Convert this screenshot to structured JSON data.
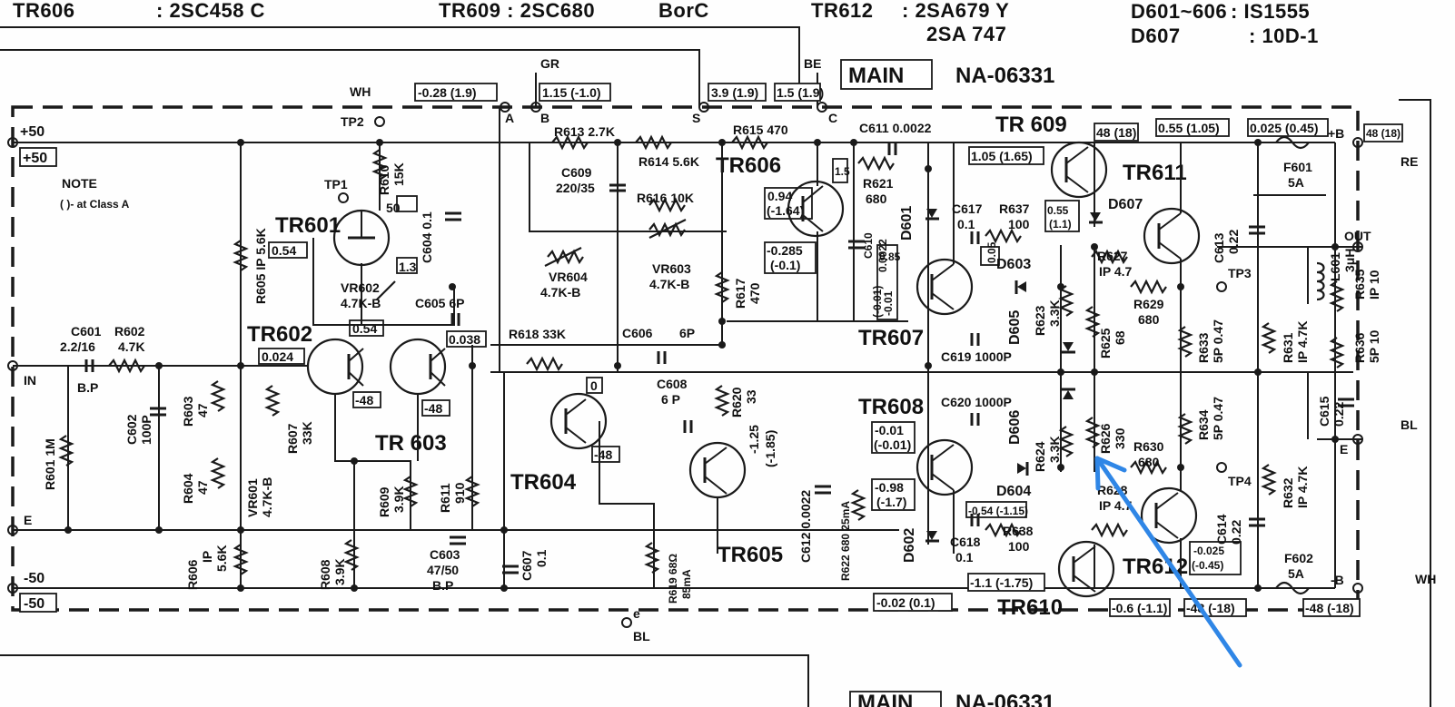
{
  "header": {
    "tr606": "TR606",
    "tr606_part": ": 2SC458 C",
    "tr609": "TR609 : 2SC680",
    "tr609_grade": "BorC",
    "tr612": "TR612",
    "tr612_part1": ": 2SA679 Y",
    "tr612_part2": "2SA 747",
    "d601_606": "D601~606",
    "d601_606_part": ": IS1555",
    "d607": "D607",
    "d607_part": ": 10D-1"
  },
  "board": {
    "main_label": "MAIN",
    "board_id": "NA-06331",
    "main_label_bottom": "MAIN",
    "board_id_bottom": "NA-06331"
  },
  "note": {
    "title": "NOTE",
    "text": "(    )- at Class A"
  },
  "terminals": {
    "plus50": "+50",
    "plus50_box": "+50",
    "in": "IN",
    "e": "E",
    "minus50": "-50",
    "minus50_box": "-50",
    "wh_top": "WH",
    "gr": "GR",
    "be": "BE",
    "bl_bottom": "BL",
    "e_bottom": "e",
    "a": "A",
    "b": "B",
    "s": "S",
    "c": "C",
    "plus_b": "+B",
    "re": "RE",
    "out": "OUT",
    "e_right": "E",
    "bl_right": "BL",
    "minus_b": "-B",
    "wh_right": "WH",
    "tp1": "TP1",
    "tp2": "TP2",
    "tp3": "TP3",
    "tp4": "TP4"
  },
  "voltages": {
    "wh": "-0.28 (1.9)",
    "gr": "1.15 (-1.0)",
    "s": "3.9 (1.9)",
    "be": "1.5 (1.9)",
    "tr601_d": "50",
    "tr601_s": "0.54",
    "tr601_g": "1.3",
    "tr602_b": "0.54",
    "tr602_e": "0.024",
    "tr602_c": "-48",
    "tr603_c": "-48",
    "tr603_b": "0.038",
    "tr604_c": "0",
    "tr604_e": "-48",
    "tr606_e": "1.5",
    "tr606_b1": "0.94",
    "tr606_b2": "(-1.64)",
    "tr606_c1": "-0.285",
    "tr606_c2": "(-0.1)",
    "tr605_c1": "-1.25",
    "tr605_c2": "(-1.85)",
    "tr609_b": "1.05 (1.65)",
    "tr609_c": "48 (18)",
    "tr611_c": "0.55 (1.05)",
    "fuse_top": "0.025 (0.45)",
    "out_top": "48 (18)",
    "tr607_c1": "-0.01",
    "tr607_c2": "(-0.01)",
    "tr607_b1": "0.85",
    "tr607_e": "0.05",
    "tr607_r": "0.55",
    "tr607_r2": "(1.1)",
    "tr608_b1": "-0.01",
    "tr608_b2": "(-0.01)",
    "tr608_c1": "-0.98",
    "tr608_c2": "(-1.7)",
    "tr608_e": "-0.54 (-1.15)",
    "d602": "-0.02 (0.1)",
    "tr610": "-1.1 (-1.75)",
    "tr612_b": "-0.6 (-1.1)",
    "tr612_c": "-48 (-18)",
    "tr612_e1": "-0.025",
    "tr612_e2": "(-0.45)",
    "minus_out": "-48 (-18)"
  },
  "components": {
    "tr601": "TR601",
    "tr602": "TR602",
    "tr603": "TR 603",
    "tr604": "TR604",
    "tr605": "TR605",
    "tr606": "TR606",
    "tr607": "TR607",
    "tr608": "TR608",
    "tr609": "TR 609",
    "tr610": "TR610",
    "tr611": "TR611",
    "tr612": "TR612",
    "r601": "R601 1M",
    "r602": "R602",
    "r602_val": "4.7K",
    "r603": "R603",
    "r603_val": "47",
    "r604": "R604",
    "r604_val": "47",
    "r605": "R605 IP 5.6K",
    "r606": "R606",
    "r606_val1": "IP",
    "r606_val2": "5.6K",
    "r607": "R607",
    "r607_val": "33K",
    "r608": "R608",
    "r608_val": "3.9K",
    "r609": "R609",
    "r609_val": "3.9K",
    "r610": "R610",
    "r610_val": "15K",
    "r611": "R611",
    "r611_val": "910",
    "r613": "R613  2.7K",
    "r614": "R614  5.6K",
    "r615": "R615  470",
    "r616": "R616  10K",
    "r617": "R617",
    "r617_val": "470",
    "r618": "R618  33K",
    "r619": "R619 68Ω",
    "r619_val": "85mA",
    "r620": "R620",
    "r620_val": "33",
    "r621": "R621",
    "r621_val": "680",
    "r622": "R622 680 25mA",
    "r623": "R623",
    "r623_val": "3.3K",
    "r624": "R624",
    "r624_val": "3.3K",
    "r625": "R625",
    "r625_val": "68",
    "r626": "R626",
    "r626_val": "330",
    "r627": "R627",
    "r627_val": "IP 4.7",
    "r628": "R628",
    "r628_val": "IP 4.7",
    "r629": "R629",
    "r629_val": "680",
    "r630": "R630",
    "r630_val": "680",
    "r631": "R631",
    "r631_val": "IP 4.7K",
    "r632": "R632",
    "r632_val": "IP 4.7K",
    "r633": "R633",
    "r633_val": "5P 0.47",
    "r634": "R634",
    "r634_val": "5P 0.47",
    "r635": "R635",
    "r635_val": "IP 10",
    "r636": "R636",
    "r636_val": "5P 10",
    "r637": "R637",
    "r637_val": "100",
    "r638": "R638",
    "r638_val": "100",
    "c601": "C601",
    "c601_val": "2.2/16",
    "c601_bp": "B.P",
    "c602": "C602",
    "c602_val": "100P",
    "c603": "C603",
    "c603_val": "47/50",
    "c603_bp": "B.P",
    "c604": "C604 0.1",
    "c605": "C605  6P",
    "c606": "C606",
    "c606_val": "6P",
    "c607": "C607",
    "c607_val": "0.1",
    "c608": "C608",
    "c608_val": "6 P",
    "c609": "C609",
    "c609_val": "220/35",
    "c610": "C610",
    "c610_val": "0.0022",
    "c611": "C611  0.0022",
    "c612": "C612 0.0022",
    "c613": "C613",
    "c613_val": "0.22",
    "c614": "C614",
    "c614_val": "0.22",
    "c615": "C615",
    "c615_val": "0.22",
    "c617": "C617",
    "c617_val": "0.1",
    "c618": "C618",
    "c618_val": "0.1",
    "c619": "C619  1000P",
    "c620": "C620  1000P",
    "vr601": "VR601",
    "vr601_val": "4.7K-B",
    "vr602": "VR602",
    "vr602_val": "4.7K-B",
    "vr603": "VR603",
    "vr603_val": "4.7K-B",
    "vr604": "VR604",
    "vr604_val": "4.7K-B",
    "d601": "D601",
    "d602": "D602",
    "d603": "D603",
    "d604": "D604",
    "d605": "D605",
    "d606": "D606",
    "d607": "D607",
    "l601": "L601",
    "l601_val": "3μH",
    "f601": "F601",
    "f601_val": "5A",
    "f602": "F602",
    "f602_val": "5A"
  }
}
